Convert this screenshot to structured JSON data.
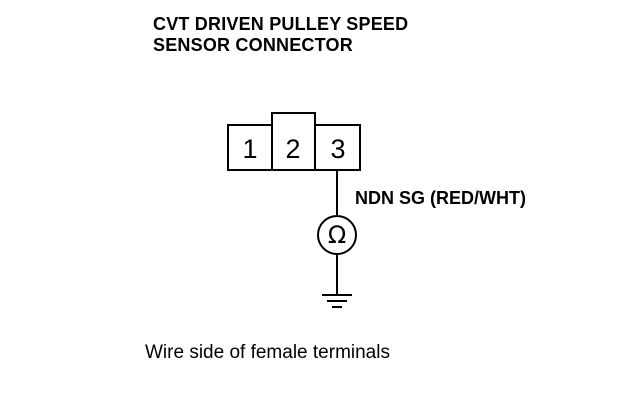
{
  "title": {
    "line1": "CVT DRIVEN PULLEY SPEED",
    "line2": "SENSOR CONNECTOR"
  },
  "connector": {
    "pins": [
      "1",
      "2",
      "3"
    ]
  },
  "wire": {
    "label": "NDN SG (RED/WHT)"
  },
  "meter": {
    "symbol": "Ω",
    "icon": "ohmmeter-icon"
  },
  "ground": {
    "icon": "ground-icon"
  },
  "caption": "Wire side of female terminals"
}
